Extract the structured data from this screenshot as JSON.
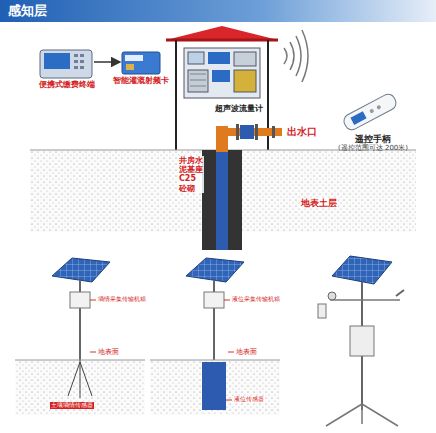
{
  "diagram": {
    "title": "感知层",
    "nodes": [
      {
        "text": [
          "便携式缴费终端"
        ]
      },
      {
        "text": [
          "智能灌溉射频卡"
        ]
      },
      {
        "text": [
          "遥控手柄",
          "(遥控范围可达 200米)"
        ]
      }
    ],
    "edges": [
      {
        "from": 0,
        "to": 1,
        "arrow": "to"
      }
    ],
    "labels": [
      "超声波流量计",
      "出水口",
      "井房水泥基座C25砼砌",
      "地表土层",
      "墒情采集传输机箱",
      "地表面",
      "土壤墒情传感器",
      "液位采集传输机箱",
      "地表面",
      "液位传感器"
    ]
  }
}
